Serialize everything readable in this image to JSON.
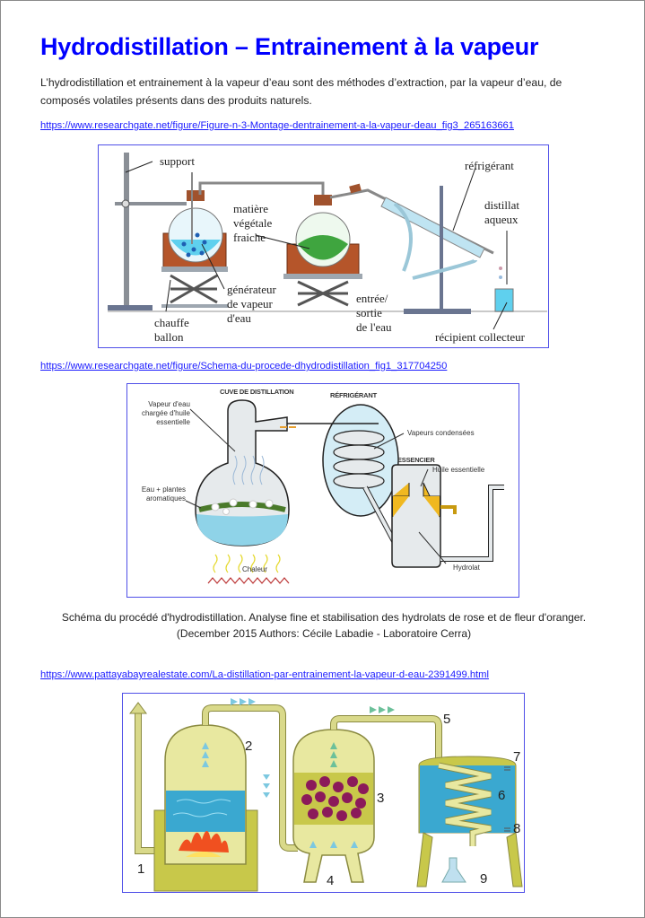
{
  "document": {
    "title": "Hydrodistillation – Entrainement à la vapeur",
    "intro": "L’hydrodistillation et entrainement à la vapeur d’eau sont des méthodes d’extraction, par la vapeur d’eau, de composés volatiles présents dans des produits naturels."
  },
  "links": [
    "https://www.researchgate.net/figure/Figure-n-3-Montage-dentrainement-a-la-vapeur-deau_fig3_265163661",
    "https://www.researchgate.net/figure/Schema-du-procede-dhydrodistillation_fig1_317704250",
    "https://www.pattayabayrealestate.com/La-distillation-par-entrainement-la-vapeur-d-eau-2391499.html"
  ],
  "caption": {
    "line1": "Schéma du procédé d'hydrodistillation. Analyse fine et stabilisation des hydrolats de rose et de fleur d'oranger.",
    "line2": "(December 2015 Authors: Cécile Labadie - Laboratoire Cerra)"
  },
  "figure1": {
    "labels": {
      "support": "support",
      "matiere1": "matière",
      "matiere2": "végétale",
      "matiere3": "fraiche",
      "generateur1": "générateur",
      "generateur2": "de vapeur",
      "generateur3": "d'eau",
      "chauffe1": "chauffe",
      "chauffe2": "ballon",
      "refrigerant": "réfrigérant",
      "distillat1": "distillat",
      "distillat2": "aqueux",
      "entree1": "entrée/",
      "entree2": "sortie",
      "entree3": "de l'eau",
      "recipient": "récipient collecteur"
    }
  },
  "figure2": {
    "labels": {
      "cuve": "CUVE DE DISTILLATION",
      "refrigerant": "RÉFRIGÉRANT",
      "vapeur1": "Vapeur d'eau",
      "vapeur2": "chargée d'huile",
      "vapeur3": "essentielle",
      "eau1": "Eau + plantes",
      "eau2": "aromatiques",
      "chaleur": "Chaleur",
      "condensees": "Vapeurs condensées",
      "essencier": "ESSENCIER",
      "huile": "Huile essentielle",
      "hydrolat": "Hydrolat"
    }
  },
  "figure3": {
    "numbers": [
      "1",
      "2",
      "3",
      "4",
      "5",
      "6",
      "7",
      "8",
      "9"
    ]
  }
}
